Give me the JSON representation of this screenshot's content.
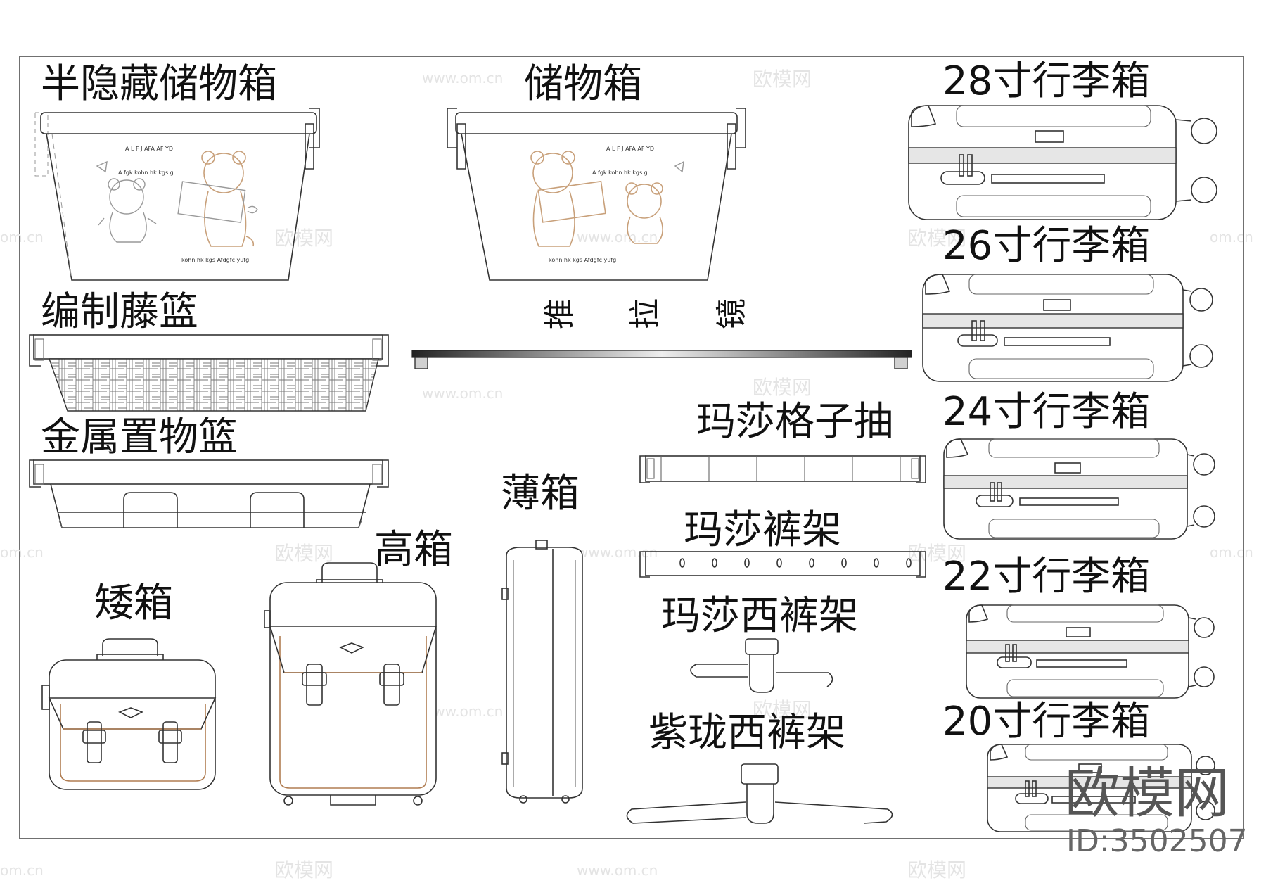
{
  "labels": {
    "semi_hidden_storage_box": "半隐藏储物箱",
    "storage_box": "储物箱",
    "woven_rattan_basket": "编制藤篮",
    "metal_storage_basket": "金属置物篮",
    "pull_mirror": [
      "推",
      "拉",
      "镜"
    ],
    "masha_grid_drawer": "玛莎格子抽",
    "masha_trouser_rack": "玛莎裤架",
    "masha_suit_trouser_rack": "玛莎西裤架",
    "zilong_suit_trouser_rack": "紫珑西裤架",
    "thin_box": "薄箱",
    "tall_box": "高箱",
    "short_box": "矮箱"
  },
  "luggage": [
    {
      "label": "28寸行李箱"
    },
    {
      "label": "26寸行李箱"
    },
    {
      "label": "24寸行李箱"
    },
    {
      "label": "22寸行李箱"
    },
    {
      "label": "20寸行李箱"
    }
  ],
  "box_print": {
    "line1": "A L F J AFA AF YD",
    "line2": "A fgk kohn hk kgs g",
    "line3": "kohn hk kgs Afdgfc yufg"
  },
  "watermark": {
    "brand": "欧模网",
    "id": "ID:3502507",
    "tile_cn": "欧模网",
    "tile_url": "www.om.cn",
    "tile_edge": "om.cn"
  },
  "colors": {
    "line": "#333333",
    "bear_accent": "#c8a07a",
    "case_accent": "#b07d52",
    "watermark": "#e4e4e4"
  }
}
